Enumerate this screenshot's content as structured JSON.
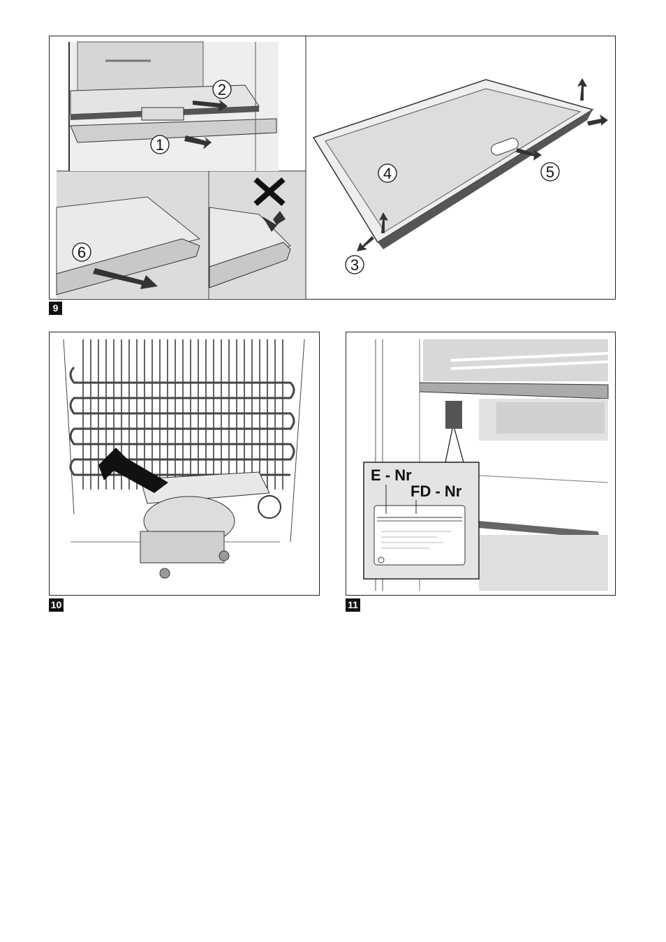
{
  "figures": [
    {
      "label": "9",
      "steps": [
        "1",
        "2",
        "3",
        "4",
        "5",
        "6"
      ]
    },
    {
      "label": "10"
    },
    {
      "label": "11",
      "plate": {
        "e_nr": "E - Nr",
        "fd_nr": "FD - Nr"
      }
    }
  ],
  "colors": {
    "shade": "#d9d9d9",
    "dark": "#3c3c3c",
    "line": "#222222"
  }
}
